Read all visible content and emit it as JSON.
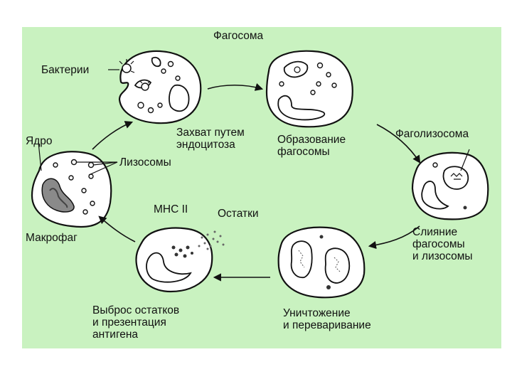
{
  "labels": {
    "phagosome": "Фагосома",
    "bacteria": "Бактерии",
    "capture": [
      "Захват путем",
      "эндоцитоза"
    ],
    "formation": [
      "Образование",
      "фагосомы"
    ],
    "phagolysosome": "Фаголизосома",
    "nucleus": "Ядро",
    "lysosomes": "Лизосомы",
    "macrophage": "Макрофаг",
    "mhc": "MHC II",
    "remnants": "Остатки",
    "fusion": [
      "Слияние",
      "фагосомы",
      "и лизосомы"
    ],
    "destruction": [
      "Уничтожение",
      "и переваривание"
    ],
    "release": [
      "Выброс остатков",
      "и презентация",
      "антигена"
    ]
  },
  "colors": {
    "background": "#c9f2c0",
    "nucleus_fill": "#8a8a8a"
  }
}
